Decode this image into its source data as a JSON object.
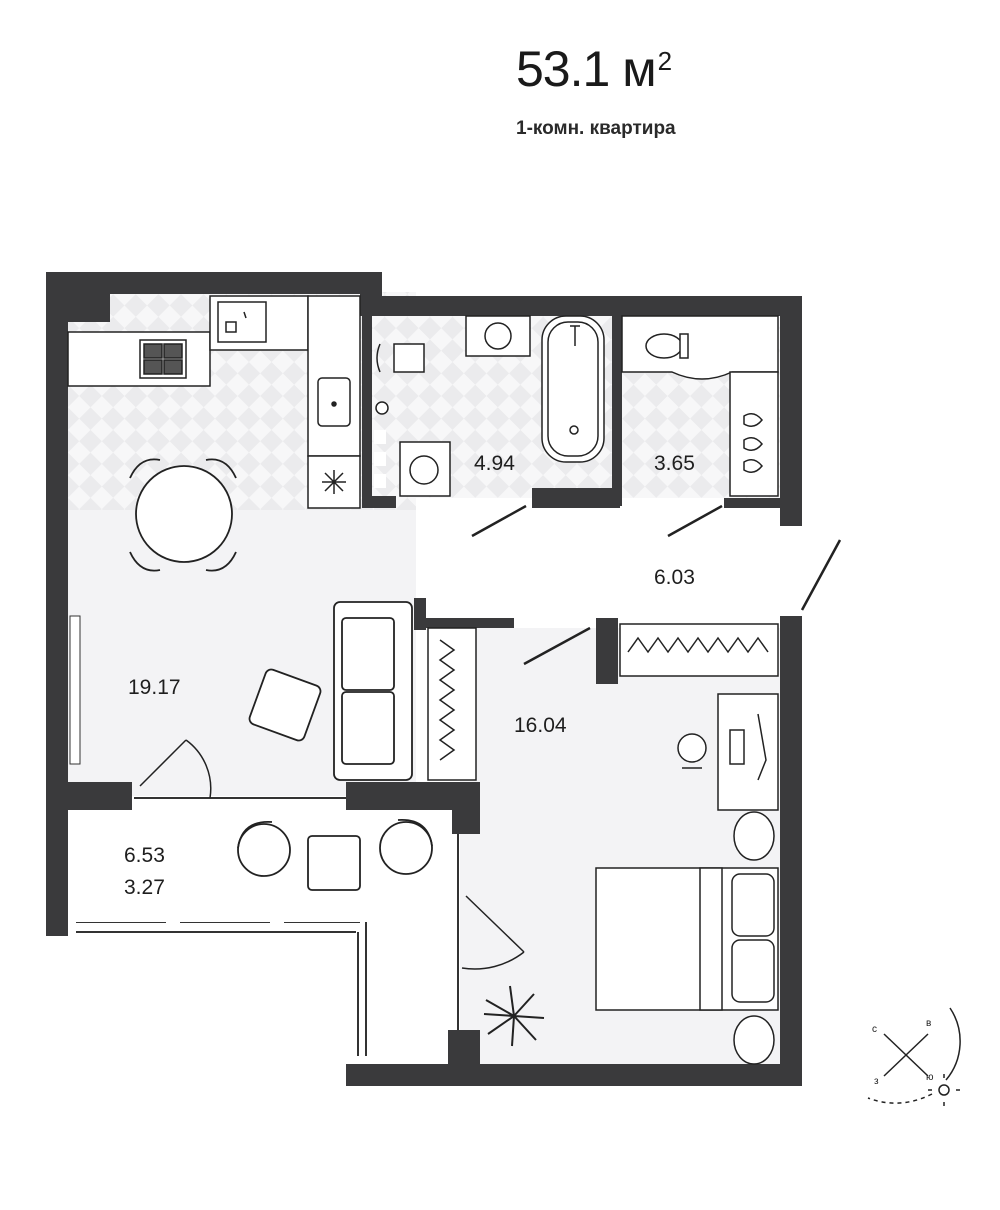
{
  "header": {
    "total_area": "53.1 м",
    "area_unit_sup": "2",
    "apartment_type": "1-комн. квартира"
  },
  "rooms": {
    "kitchen_living": "19.17",
    "bathroom": "4.94",
    "toilet": "3.65",
    "hallway": "6.03",
    "bedroom": "16.04",
    "balcony_full": "6.53",
    "balcony_reduced": "3.27"
  },
  "compass": {
    "north": "с",
    "east": "в",
    "south": "ю",
    "west": "з"
  },
  "colors": {
    "wall": "#3a3a3c",
    "floor": "#f4f4f6",
    "tile": "#ececee",
    "line": "#222222"
  },
  "icons": [
    "stove-icon",
    "sink-icon",
    "toilet-icon",
    "bathtub-icon",
    "washer-icon",
    "dining-table-icon",
    "armchair-icon",
    "sofa-icon",
    "wardrobe-icon",
    "bed-icon",
    "desk-icon",
    "plant-icon",
    "compass-icon",
    "sun-icon"
  ]
}
